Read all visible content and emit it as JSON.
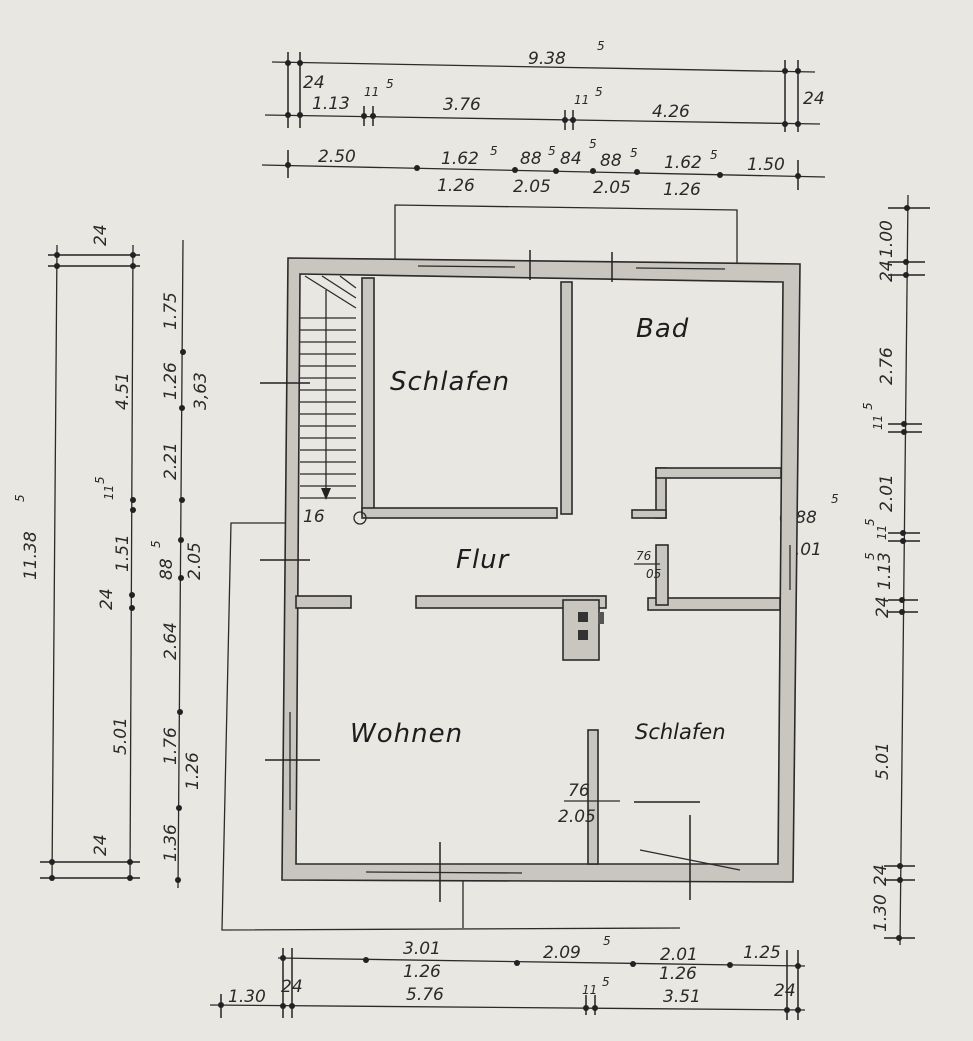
{
  "rooms": {
    "schlafen_top": "Schlafen",
    "bad": "Bad",
    "flur": "Flur",
    "wohnen": "Wohnen",
    "schlafen_bottom": "Schlafen"
  },
  "stair_label": "16",
  "door_labels": {
    "flur_door_top": "76",
    "flur_door_bottom": "05",
    "wohnen_door_top": "76",
    "wohnen_door_bottom": "2.05"
  },
  "dims_top": {
    "total": "9.38",
    "total_sup": "5",
    "row2": [
      "24",
      "1.13",
      "11",
      "5",
      "3.76",
      "11",
      "5",
      "4.26",
      "24"
    ],
    "row3_upper": [
      "2.50",
      "1.62",
      "5",
      "88",
      "5",
      "84",
      "5",
      "88",
      "5",
      "1.62",
      "5",
      "1.50"
    ],
    "row3_lower": [
      "1.26",
      "2.05",
      "2.05",
      "1.26"
    ]
  },
  "dims_left": {
    "total": "11.38",
    "total_sup": "5",
    "wall_top": "24",
    "wall_bottom": "24",
    "seg": [
      "4.51",
      "11",
      "5",
      "1.51",
      "24",
      "5.01"
    ],
    "inner": [
      "1.75",
      "1.26",
      "2.21",
      "88",
      "5",
      "2.05",
      "2.64",
      "1.76",
      "1.26",
      "1.36"
    ],
    "annot": "3,63"
  },
  "dims_right": {
    "seg": [
      "1.00",
      "24",
      "2.76",
      "11",
      "5",
      "2.01",
      "11",
      "5",
      "1.13",
      "5",
      "24",
      "5.01",
      "24",
      "1.30"
    ],
    "annot": [
      "0.88",
      "5",
      "1.01"
    ]
  },
  "dims_bottom": {
    "row1_upper": [
      "3.01",
      "2.09",
      "5",
      "2.01",
      "1.25"
    ],
    "row1_lower": [
      "1.26",
      "1.26"
    ],
    "row2": [
      "1.30",
      "24",
      "5.76",
      "11",
      "5",
      "3.51",
      "24"
    ]
  }
}
